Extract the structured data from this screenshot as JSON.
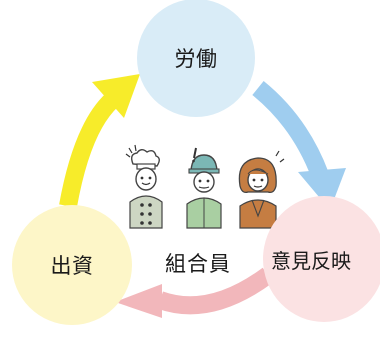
{
  "nodes": {
    "labor": {
      "label": "労働",
      "color": "#d9ecf7"
    },
    "opinion": {
      "label": "意見反映",
      "color": "#fbe2e3"
    },
    "invest": {
      "label": "出資",
      "color": "#fdf6c8"
    }
  },
  "center": {
    "label": "組合員"
  },
  "arrows": {
    "labor_to_opinion": {
      "color": "#9fcdef"
    },
    "opinion_to_invest": {
      "color": "#f2b7bb"
    },
    "invest_to_labor": {
      "color": "#f7ec2a"
    }
  },
  "members": [
    {
      "icon": "chef-icon"
    },
    {
      "icon": "worker-icon"
    },
    {
      "icon": "woman-icon"
    }
  ]
}
